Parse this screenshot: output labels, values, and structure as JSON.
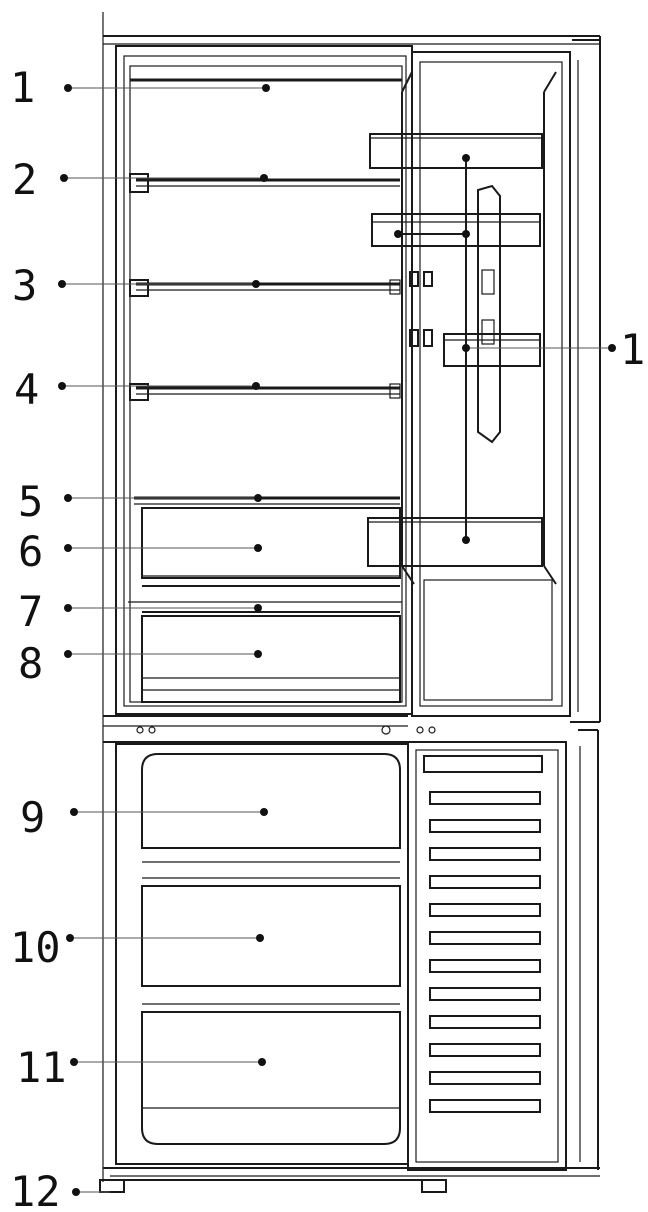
{
  "callouts": [
    {
      "id": "c1",
      "label": "1"
    },
    {
      "id": "c2",
      "label": "2"
    },
    {
      "id": "c3",
      "label": "3"
    },
    {
      "id": "c4",
      "label": "4"
    },
    {
      "id": "c5",
      "label": "5"
    },
    {
      "id": "c6",
      "label": "6"
    },
    {
      "id": "c7",
      "label": "7"
    },
    {
      "id": "c8",
      "label": "8"
    },
    {
      "id": "c9",
      "label": "9"
    },
    {
      "id": "c10",
      "label": "10"
    },
    {
      "id": "c11",
      "label": "11"
    },
    {
      "id": "c12",
      "label": "12"
    },
    {
      "id": "c13",
      "label": "1"
    }
  ]
}
